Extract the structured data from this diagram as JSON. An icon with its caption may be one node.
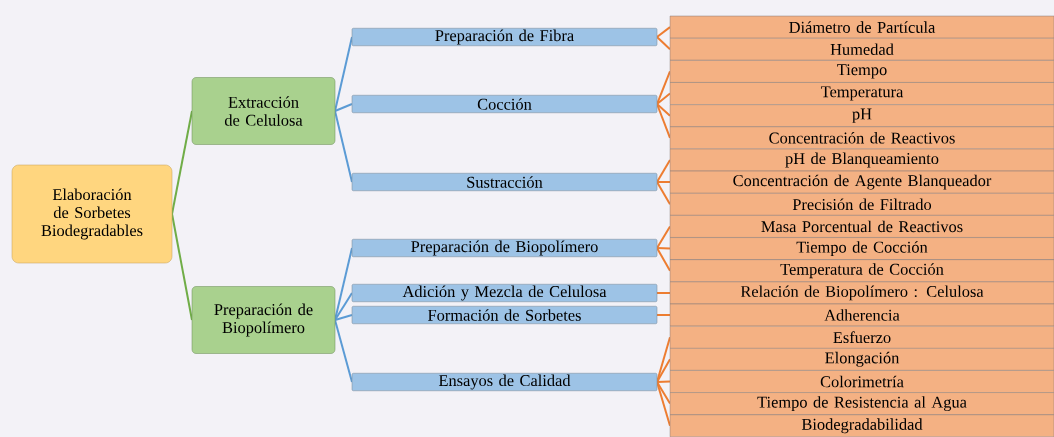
{
  "diagram": {
    "nodes": [
      {
        "text": [
          "Elaboración de Sorbetes Biodegradables"
        ]
      },
      {
        "text": [
          "Extracción de Celulosa"
        ]
      },
      {
        "text": [
          "Preparación de Fibra"
        ]
      },
      {
        "text": [
          "Diámetro de Partícula"
        ]
      },
      {
        "text": [
          "Humedad"
        ]
      },
      {
        "text": [
          "Cocción"
        ]
      },
      {
        "text": [
          "Tiempo"
        ]
      },
      {
        "text": [
          "Temperatura"
        ]
      },
      {
        "text": [
          "pH"
        ]
      },
      {
        "text": [
          "Concentración de Reactivos"
        ]
      },
      {
        "text": [
          "Sustracción"
        ]
      },
      {
        "text": [
          "pH de Blanqueamiento"
        ]
      },
      {
        "text": [
          "Concentración de Agente Blanqueador"
        ]
      },
      {
        "text": [
          "Precisión de Filtrado"
        ]
      },
      {
        "text": [
          "Preparación de Biopolímero"
        ]
      },
      {
        "text": [
          "Preparación de Biopolímero"
        ]
      },
      {
        "text": [
          "Masa Porcentual de Reactivos"
        ]
      },
      {
        "text": [
          "Tiempo de Cocción"
        ]
      },
      {
        "text": [
          "Temperatura de Cocción"
        ]
      },
      {
        "text": [
          "Adición y Mezcla de Celulosa"
        ]
      },
      {
        "text": [
          "Relación de Biopolímero : Celulosa"
        ]
      },
      {
        "text": [
          "Formación de Sorbetes"
        ]
      },
      {
        "text": [
          "Adherencia"
        ]
      },
      {
        "text": [
          "Ensayos de Calidad"
        ]
      },
      {
        "text": [
          "Esfuerzo"
        ]
      },
      {
        "text": [
          "Elongación"
        ]
      },
      {
        "text": [
          "Colorimetría"
        ]
      },
      {
        "text": [
          "Tiempo de Resistencia al Agua"
        ]
      },
      {
        "text": [
          "Biodegradabilidad"
        ]
      }
    ],
    "edges": [
      {
        "from": 0,
        "to": 1,
        "arrow": "none",
        "color": "#70ad47"
      },
      {
        "from": 0,
        "to": 14,
        "arrow": "none",
        "color": "#70ad47"
      },
      {
        "from": 1,
        "to": 2,
        "arrow": "none",
        "color": "#5b9bd5"
      },
      {
        "from": 1,
        "to": 5,
        "arrow": "none",
        "color": "#5b9bd5"
      },
      {
        "from": 1,
        "to": 10,
        "arrow": "none",
        "color": "#5b9bd5"
      },
      {
        "from": 14,
        "to": 15,
        "arrow": "none",
        "color": "#5b9bd5"
      },
      {
        "from": 14,
        "to": 19,
        "arrow": "none",
        "color": "#5b9bd5"
      },
      {
        "from": 14,
        "to": 21,
        "arrow": "none",
        "color": "#5b9bd5"
      },
      {
        "from": 14,
        "to": 23,
        "arrow": "none",
        "color": "#5b9bd5"
      },
      {
        "from": 2,
        "to": 3,
        "arrow": "none"
      },
      {
        "from": 2,
        "to": 4,
        "arrow": "none"
      },
      {
        "from": 5,
        "to": 6,
        "arrow": "none"
      },
      {
        "from": 5,
        "to": 7,
        "arrow": "none"
      },
      {
        "from": 5,
        "to": 8,
        "arrow": "none"
      },
      {
        "from": 5,
        "to": 9,
        "arrow": "none"
      },
      {
        "from": 10,
        "to": 11,
        "arrow": "none"
      },
      {
        "from": 10,
        "to": 12,
        "arrow": "none"
      },
      {
        "from": 10,
        "to": 13,
        "arrow": "none"
      },
      {
        "from": 15,
        "to": 16,
        "arrow": "none"
      },
      {
        "from": 15,
        "to": 17,
        "arrow": "none"
      },
      {
        "from": 15,
        "to": 18,
        "arrow": "none"
      },
      {
        "from": 19,
        "to": 20,
        "arrow": "none"
      },
      {
        "from": 21,
        "to": 22,
        "arrow": "none"
      },
      {
        "from": 23,
        "to": 24,
        "arrow": "none"
      },
      {
        "from": 23,
        "to": 25,
        "arrow": "none"
      },
      {
        "from": 23,
        "to": 26,
        "arrow": "none"
      },
      {
        "from": 23,
        "to": 27,
        "arrow": "none"
      },
      {
        "from": 23,
        "to": 28,
        "arrow": "none"
      }
    ]
  }
}
